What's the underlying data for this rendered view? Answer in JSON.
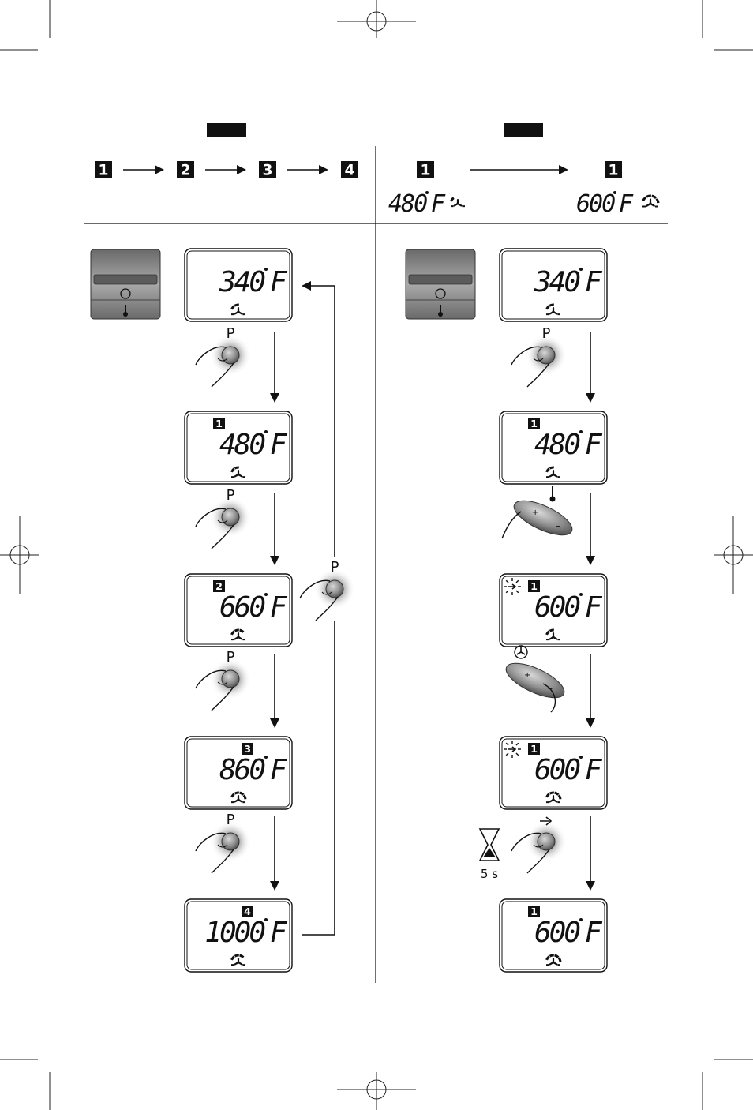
{
  "header": {
    "left_steps": [
      "1",
      "2",
      "3",
      "4"
    ],
    "right_from": {
      "step": "1",
      "temp": "480",
      "unit": "F"
    },
    "right_to": {
      "step": "1",
      "temp": "600",
      "unit": "F"
    }
  },
  "left_column": {
    "displays": [
      {
        "badge": "",
        "temp": "340",
        "unit": "F",
        "fan_level": 2
      },
      {
        "badge": "1",
        "temp": "480",
        "unit": "F",
        "fan_level": 2
      },
      {
        "badge": "2",
        "temp": "660",
        "unit": "F",
        "fan_level": 3
      },
      {
        "badge": "3",
        "temp": "860",
        "unit": "F",
        "fan_level": 4
      },
      {
        "badge": "4",
        "temp": "1000",
        "unit": "F",
        "fan_level": 3
      }
    ],
    "button_label": "P",
    "loop_button_label": "P"
  },
  "right_column": {
    "displays": [
      {
        "badge": "",
        "temp": "340",
        "unit": "F",
        "fan_level": 2,
        "blink": false
      },
      {
        "badge": "1",
        "temp": "480",
        "unit": "F",
        "fan_level": 2,
        "blink": false
      },
      {
        "badge": "1",
        "temp": "600",
        "unit": "F",
        "fan_level": 2,
        "blink": true
      },
      {
        "badge": "1",
        "temp": "600",
        "unit": "F",
        "fan_level": 4,
        "blink": true
      },
      {
        "badge": "1",
        "temp": "600",
        "unit": "F",
        "fan_level": 4,
        "blink": false
      }
    ],
    "button_label": "P",
    "timer_label": "5 s"
  },
  "colors": {
    "ink": "#111111",
    "panel": "#8a8a8a",
    "glow": "#bdbdbd"
  }
}
